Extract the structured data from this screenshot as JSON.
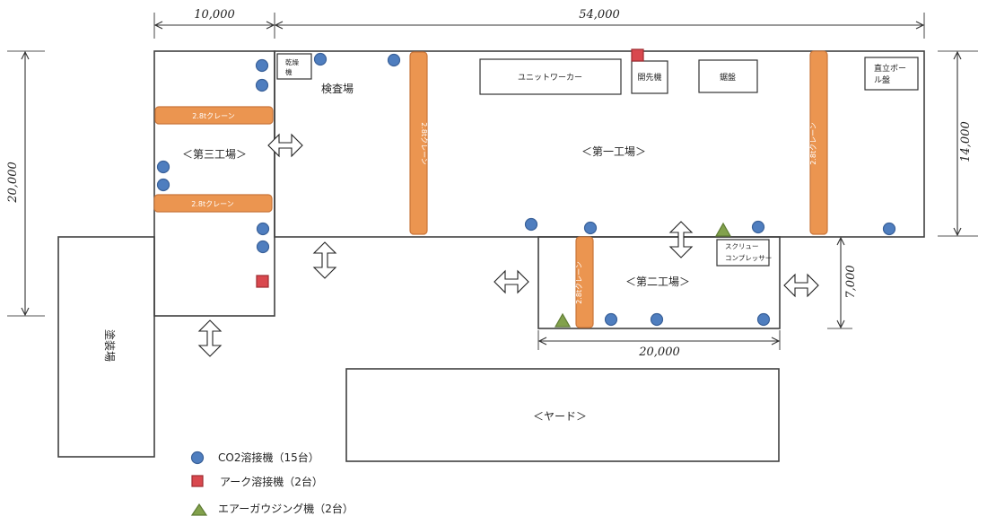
{
  "dimensions": {
    "top_left": "10,000",
    "top_main": "54,000",
    "left_height": "20,000",
    "right_height": "14,000",
    "factory2_height": "7,000",
    "factory2_width": "20,000"
  },
  "areas": {
    "factory1": "＜第一工場＞",
    "factory2": "＜第二工場＞",
    "factory3": "＜第三工場＞",
    "inspection": "検査場",
    "painting": "塗装場",
    "yard": "＜ヤード＞"
  },
  "equipment": {
    "dryer_line1": "乾燥",
    "dryer_line2": "機",
    "unit_worker": "ユニットワーカー",
    "drilling_machine": "開先機",
    "saw": "鋸盤",
    "radial_drill_line1": "直立ボー",
    "radial_drill_line2": "ル盤",
    "compressor_line1": "スクリュー",
    "compressor_line2": "コンプレッサー"
  },
  "cranes": {
    "label": "2.8tクレーン",
    "count": 5
  },
  "legend": {
    "co2": "CO2溶接機（15台）",
    "arc": "アーク溶接機（2台）",
    "gouging": "エアーガウジング機（2台）"
  },
  "colors": {
    "co2": "#4F7EBF",
    "arc": "#D9484E",
    "gouging": "#82A14C",
    "crane": "#EB9550"
  }
}
